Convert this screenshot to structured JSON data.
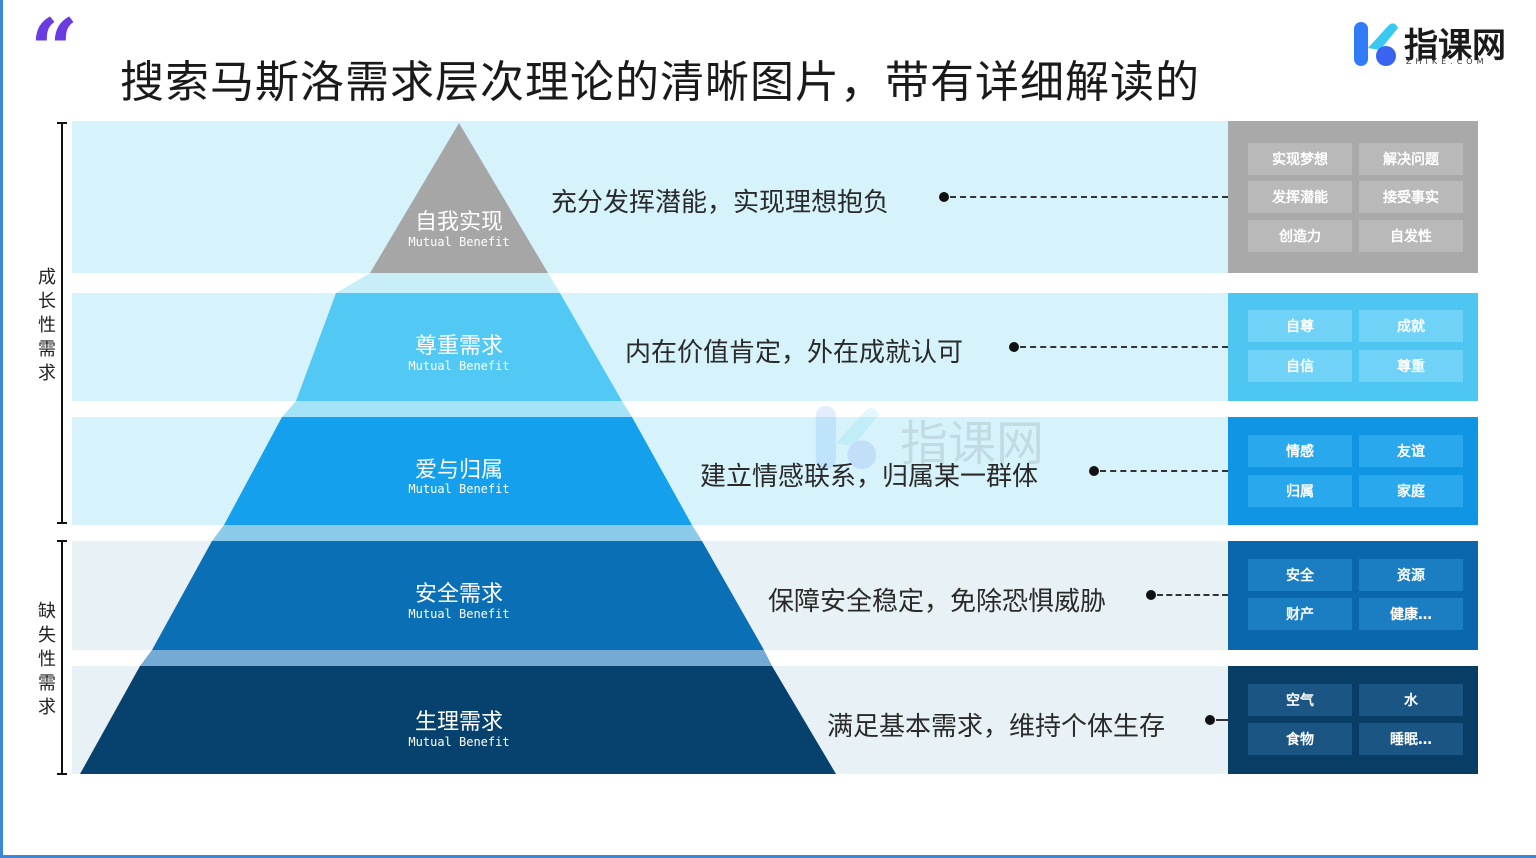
{
  "header": {
    "quote_mark": "“",
    "title": "搜索马斯洛需求层次理论的清晰图片，带有详细解读的",
    "logo_text": "指课网",
    "logo_sub": "ZHIKE.COM",
    "watermark": "指课网"
  },
  "groups": {
    "growth": "成长性需求",
    "deficiency": "缺失性需求"
  },
  "levels": [
    {
      "name": "自我实现",
      "sub": "Mutual Benefit",
      "desc": "充分发挥潜能，实现理想抱负",
      "tags": [
        "实现梦想",
        "解决问题",
        "发挥潜能",
        "接受事实",
        "创造力",
        "自发性"
      ],
      "color": "#a6a6a6",
      "band_color": "#d6f3fb",
      "panel_color": "#a9a9a9",
      "tag_color": "#b9b9b9"
    },
    {
      "name": "尊重需求",
      "sub": "Mutual Benefit",
      "desc": "内在价值肯定，外在成就认可",
      "tags": [
        "自尊",
        "成就",
        "自信",
        "尊重"
      ],
      "color": "#52c9f4",
      "band_color": "#d6f3fb",
      "panel_color": "#4ec6f2",
      "tag_color": "#6fd2f6"
    },
    {
      "name": "爱与归属",
      "sub": "Mutual Benefit",
      "desc": "建立情感联系，归属某一群体",
      "tags": [
        "情感",
        "友谊",
        "归属",
        "家庭"
      ],
      "color": "#14a0ec",
      "band_color": "#d6f3fb",
      "panel_color": "#0f95e4",
      "tag_color": "#2aa8ee"
    },
    {
      "name": "安全需求",
      "sub": "Mutual Benefit",
      "desc": "保障安全稳定，免除恐惧威胁",
      "tags": [
        "安全",
        "资源",
        "财产",
        "健康…"
      ],
      "color": "#0b6fb6",
      "band_color": "#e7f1f6",
      "panel_color": "#0b67ad",
      "tag_color": "#1b7dc2"
    },
    {
      "name": "生理需求",
      "sub": "Mutual Benefit",
      "desc": "满足基本需求，维持个体生存",
      "tags": [
        "空气",
        "水",
        "食物",
        "睡眠…"
      ],
      "color": "#07416d",
      "band_color": "#e7f1f6",
      "panel_color": "#083d66",
      "tag_color": "#1a5584"
    }
  ]
}
